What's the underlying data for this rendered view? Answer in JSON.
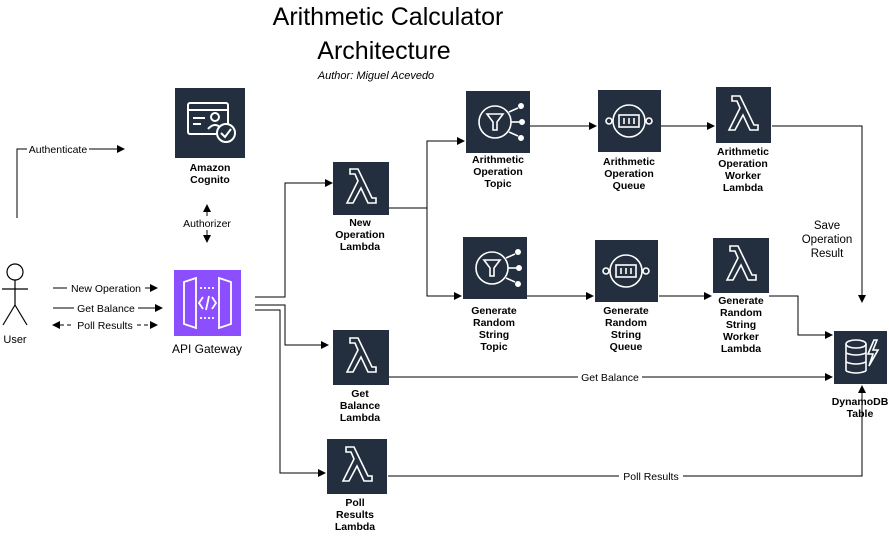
{
  "title": {
    "line1": "Arithmetic Calculator",
    "line2": "Architecture",
    "author": "Author: Miguel Acevedo"
  },
  "actor": {
    "label": "User"
  },
  "nodes": {
    "cognito": [
      "Amazon",
      "Cognito"
    ],
    "api_gateway": "API Gateway",
    "new_op_lambda": [
      "New",
      "Operation",
      "Lambda"
    ],
    "get_balance_lambda": [
      "Get",
      "Balance",
      "Lambda"
    ],
    "poll_results_lambda": [
      "Poll",
      "Results",
      "Lambda"
    ],
    "arith_topic": [
      "Arithmetic",
      "Operation",
      "Topic"
    ],
    "arith_queue": [
      "Arithmetic",
      "Operation",
      "Queue"
    ],
    "arith_worker": [
      "Arithmetic",
      "Operation",
      "Worker",
      "Lambda"
    ],
    "rand_topic": [
      "Generate",
      "Random",
      "String",
      "Topic"
    ],
    "rand_queue": [
      "Generate",
      "Random",
      "String",
      "Queue"
    ],
    "rand_worker": [
      "Generate",
      "Random",
      "String",
      "Worker",
      "Lambda"
    ],
    "dynamodb": [
      "DynamoDB",
      "Table"
    ]
  },
  "edge_labels": {
    "authenticate": "Authenticate",
    "authorizer": "Authorizer",
    "new_operation": "New Operation",
    "get_balance": "Get Balance",
    "poll_results": "Poll Results",
    "save_result": [
      "Save",
      "Operation",
      "Result"
    ],
    "get_balance_db": "Get Balance",
    "poll_results_db": "Poll Results"
  },
  "colors": {
    "icon_dark": "#232f3e",
    "api_gateway": "#8c4fff",
    "line": "#000000"
  }
}
